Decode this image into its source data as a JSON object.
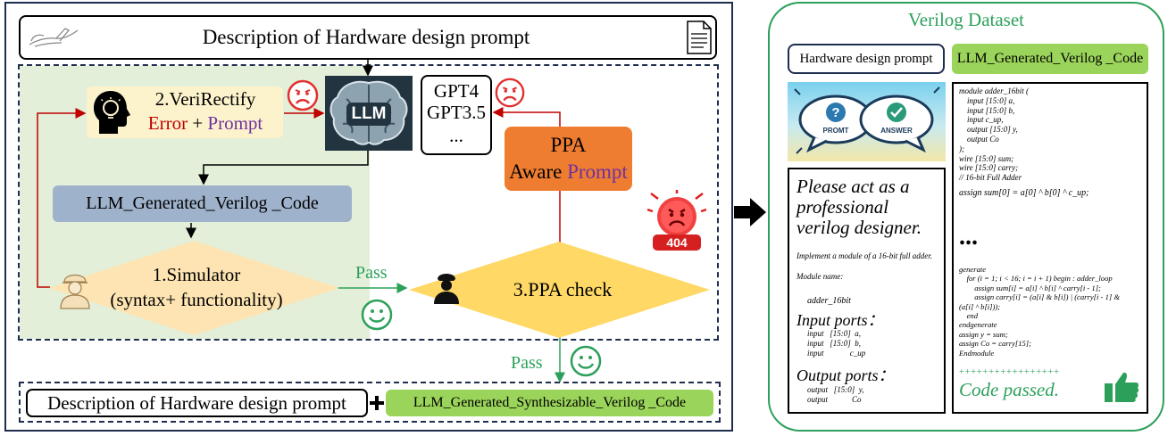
{
  "left": {
    "top_prompt": "Description of Hardware design prompt",
    "verirectify": {
      "title": "2.VeriRectify",
      "error": "Error",
      "plus": " + ",
      "prompt": "Prompt"
    },
    "llm_label": "LLM",
    "models": [
      "GPT4",
      "GPT3.5",
      "..."
    ],
    "ppa_prompt": {
      "line1": "PPA",
      "aware": "Aware ",
      "prompt": "Prompt"
    },
    "generated_code": "LLM_Generated_Verilog _Code",
    "simulator": {
      "line1": "1.Simulator",
      "line2": "(syntax+ functionality)"
    },
    "pass1": "Pass",
    "ppa_check": "3.PPA check",
    "pass2": "Pass",
    "error_badge": "404",
    "bottom_prompt": "Description of Hardware design prompt",
    "bottom_code": "LLM_Generated_Synthesizable_Verilog _Code"
  },
  "right": {
    "title": "Verilog Dataset",
    "header_prompt": "Hardware design prompt",
    "header_code": "LLM_Generated_Verilog _Code",
    "bubble_question": "PROMT",
    "bubble_answer": "ANSWER",
    "prompt_card": {
      "big": "Please act as a professional verilog designer.",
      "line1": "Implement a module of a 16-bit full adder.",
      "line2": "Module name:",
      "module_name": "adder_16bit",
      "input_heading": "Input ports：",
      "inputs": [
        "input   [15:0]  a,",
        "input   [15:0]  b,",
        "input             c_up"
      ],
      "output_heading": "Output ports：",
      "outputs": [
        "output   [15:0]  y,",
        "output            Co"
      ]
    },
    "code_card": {
      "top": "module adder_16bit (\n    input [15:0] a,\n    input [15:0] b,\n    input c_up,\n    output [15:0] y,\n    output Co\n);\nwire [15:0] sum;\nwire [15:0] carry;\n// 16-bit Full Adder",
      "assign": "assign sum[0] = a[0] ^ b[0] ^ c_up;",
      "ellipsis": "...",
      "bottom": "generate\n    for (i = 1; i < 16; i = i + 1) begin : adder_loop\n        assign sum[i] = a[i] ^ b[i] ^ carry[i - 1];\n        assign carry[i] = (a[i] & b[i]) | (carry[i - 1] &\n(a[i] ^ b[i]));\n    end\nendgenerate\nassign y = sum;\nassign Co = carry[15];\nEndmodule",
      "pluses": "+++++++++++++++++",
      "passed": "Code passed."
    }
  },
  "colors": {
    "navy": "#1f2d4e",
    "green_bg": "#e3efd9",
    "yellow": "#ffd866",
    "orange": "#ee7d31",
    "teal_green": "#2ca05a",
    "bluegray": "#9fb2cc",
    "light_green": "#9bd45a",
    "red": "#c00000",
    "purple": "#7030a0"
  }
}
